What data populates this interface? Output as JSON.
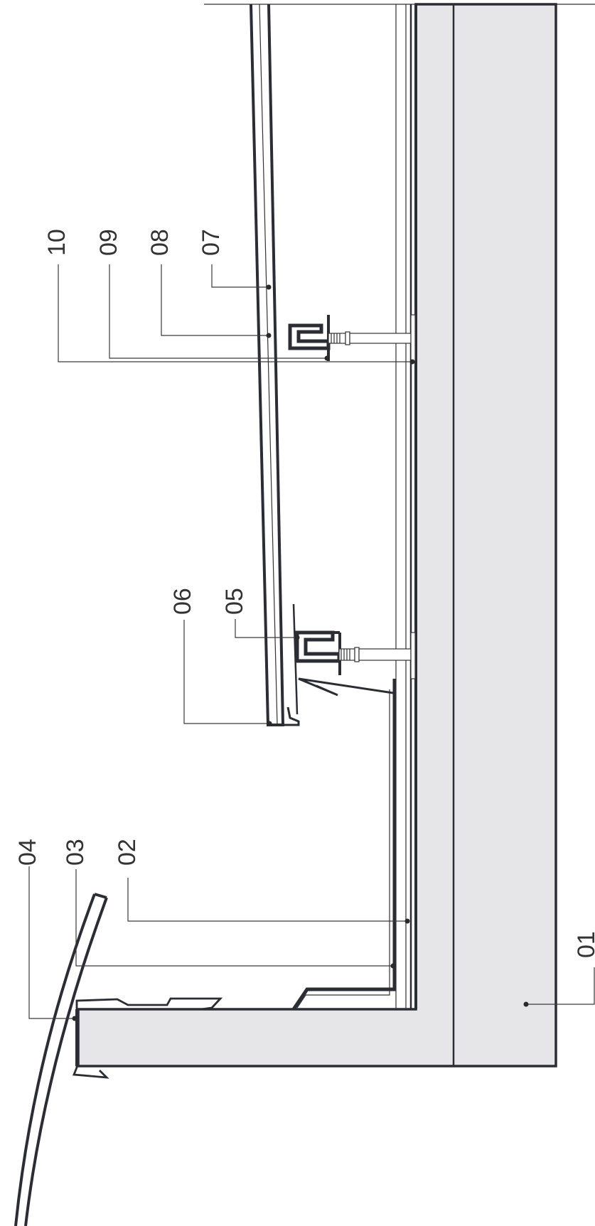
{
  "callouts": [
    {
      "id": "01",
      "label": "01"
    },
    {
      "id": "02",
      "label": "02"
    },
    {
      "id": "03",
      "label": "03"
    },
    {
      "id": "04",
      "label": "04"
    },
    {
      "id": "05",
      "label": "05"
    },
    {
      "id": "06",
      "label": "06"
    },
    {
      "id": "07",
      "label": "07"
    },
    {
      "id": "08",
      "label": "08"
    },
    {
      "id": "09",
      "label": "09"
    },
    {
      "id": "10",
      "label": "10"
    }
  ],
  "colors": {
    "line": "#2c2c34",
    "fill": "#e6e6e8",
    "background": "#ffffff"
  }
}
